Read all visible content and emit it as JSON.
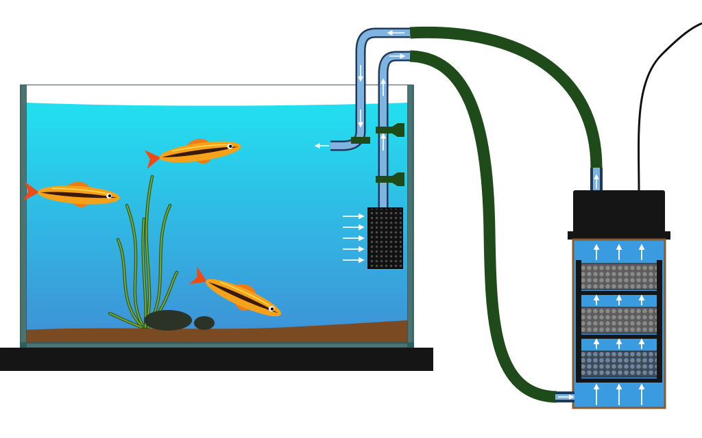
{
  "diagram": {
    "subject": "aquarium-canister-filter-setup",
    "components": [
      "aquarium-tank",
      "fish",
      "aquatic-plant",
      "rocks",
      "intake-strainer",
      "return-spout",
      "suction-cups",
      "inlet-hose",
      "outlet-hose",
      "canister-filter",
      "power-cord"
    ],
    "fish_count": 3,
    "filter_media_trays": 3,
    "flow_direction_arrows": true
  },
  "colors": {
    "water_top": "#22e0f0",
    "water_bottom": "#3f8fd6",
    "hose": "#1f4a1a",
    "pipe": "#7fb3e0",
    "filter_head": "#151515",
    "filter_body": "#3a9be0",
    "filter_frame": "#8a5a2a",
    "media": "#6a6a6a",
    "substrate": "#7a4a22",
    "stand": "#151515",
    "fish_body": "#f5a21a",
    "fish_stripe": "#3a1a0a"
  }
}
